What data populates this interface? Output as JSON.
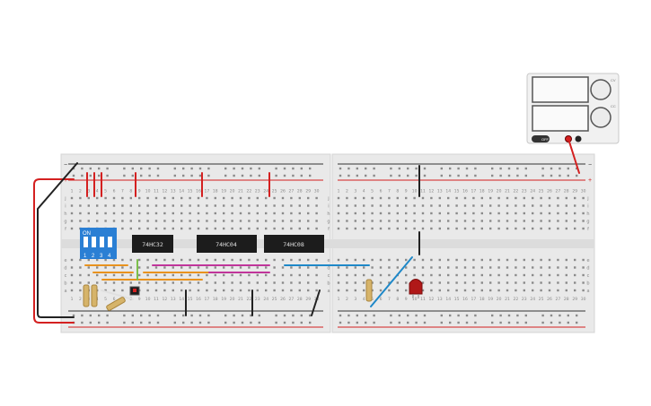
{
  "power_supply": {
    "display_top": "",
    "display_bottom": "",
    "knob_top_labels": [
      "CV",
      "MAX"
    ],
    "knob_bottom_labels": [
      "CC",
      "MAX"
    ],
    "switch_label": "OFF"
  },
  "breadboard_left": {
    "column_numbers": [
      "1",
      "2",
      "3",
      "4",
      "5",
      "6",
      "7",
      "8",
      "9",
      "10",
      "11",
      "12",
      "13",
      "14",
      "15",
      "16",
      "17",
      "18",
      "19",
      "20",
      "21",
      "22",
      "23",
      "24",
      "25",
      "26",
      "27",
      "28",
      "29",
      "30"
    ],
    "row_letters_top": [
      "j",
      "i",
      "h",
      "g",
      "f"
    ],
    "row_letters_bottom": [
      "e",
      "d",
      "c",
      "b",
      "a"
    ]
  },
  "breadboard_right": {
    "column_numbers": [
      "1",
      "2",
      "3",
      "4",
      "5",
      "6",
      "7",
      "8",
      "9",
      "10",
      "11",
      "12",
      "13",
      "14",
      "15",
      "16",
      "17",
      "18",
      "19",
      "20",
      "21",
      "22",
      "23",
      "24",
      "25",
      "26",
      "27",
      "28",
      "29",
      "30"
    ]
  },
  "chips": [
    {
      "label": "74HC32"
    },
    {
      "label": "74HC04"
    },
    {
      "label": "74HC08"
    }
  ],
  "dip_switch": {
    "on_label": "ON",
    "numbers": [
      "1",
      "2",
      "3",
      "4"
    ],
    "color": "#2a7fd4"
  },
  "rail_symbols": {
    "plus": "+",
    "minus": "−"
  },
  "colors": {
    "red_wire": "#d42020",
    "black_wire": "#222222",
    "blue_wire": "#1e88c8",
    "orange_wire": "#e8921e",
    "magenta_wire": "#c0359a",
    "led": "#b01818"
  }
}
